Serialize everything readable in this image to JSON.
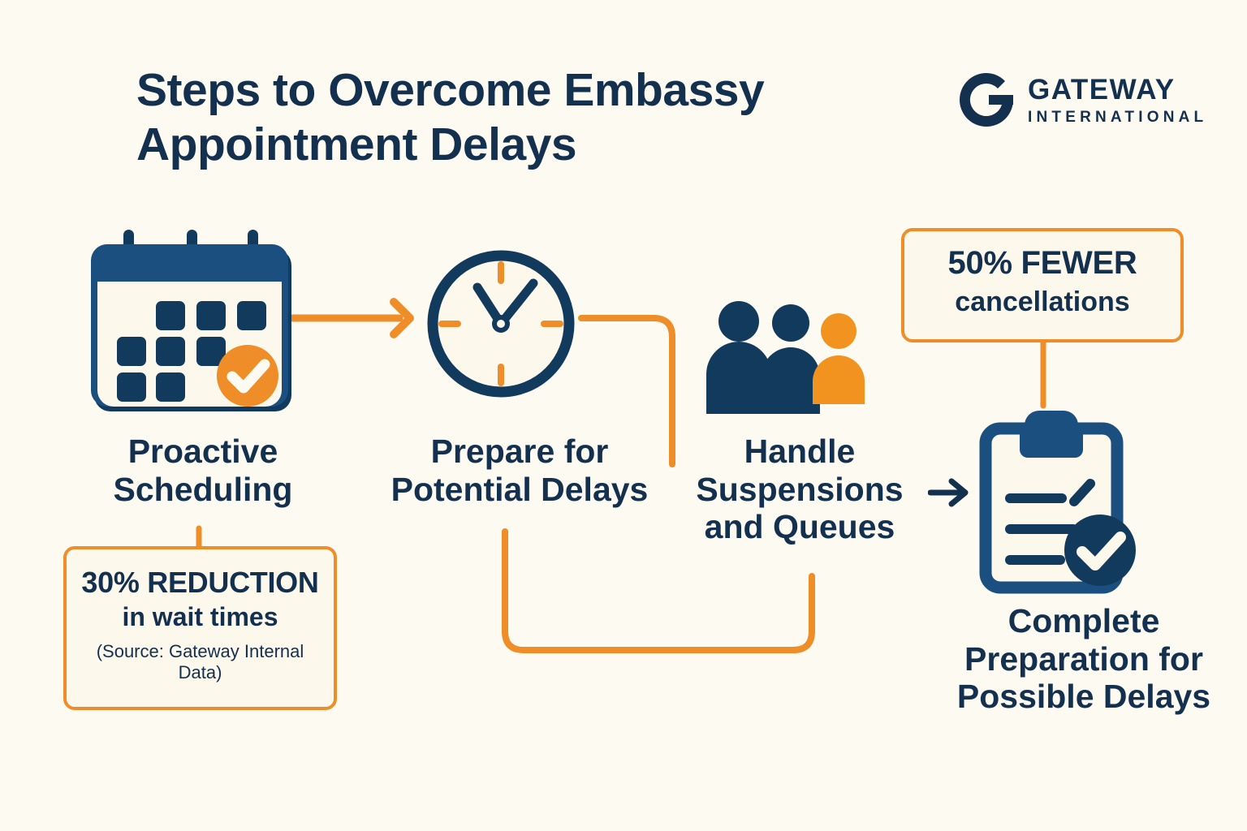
{
  "header": {
    "title": "Steps to Overcome Embassy Appointment Delays",
    "title_line1": "Steps to Overcome Embassy",
    "title_line2": "Appointment Delays",
    "logo": {
      "mark": "letter-g-mark",
      "name": "GATEWAY",
      "subtitle": "INTERNATIONAL"
    }
  },
  "colors": {
    "background": "#fdfaf2",
    "navy_text": "#14304f",
    "navy_icon": "#123a5c",
    "navy_mid": "#1a4f7f",
    "orange": "#ef8e28",
    "cream_fill": "#fdf8ec"
  },
  "steps": [
    {
      "id": "proactive-scheduling",
      "label": "Proactive Scheduling",
      "label_line1": "Proactive",
      "label_line2": "Scheduling",
      "icon": "calendar-check-icon"
    },
    {
      "id": "prepare-potential-delays",
      "label": "Prepare for Potential Delays",
      "label_line1": "Prepare for",
      "label_line2": "Potential Delays",
      "icon": "clock-icon"
    },
    {
      "id": "handle-suspensions-queues",
      "label": "Handle Suspensions and Queues",
      "label_line1": "Handle",
      "label_line2": "Suspensions",
      "label_line3": "and Queues",
      "icon": "people-group-icon"
    },
    {
      "id": "complete-preparation",
      "label": "Complete Preparation for Possible Delays",
      "label_line1": "Complete",
      "label_line2": "Preparation for",
      "label_line3": "Possible Delays",
      "icon": "clipboard-check-icon"
    }
  ],
  "callouts": [
    {
      "id": "wait-time-reduction",
      "stat": "30% REDUCTION",
      "detail": "in wait times",
      "source": "(Source: Gateway Internal Data)"
    },
    {
      "id": "fewer-cancellations",
      "stat": "50% FEWER",
      "detail": "cancellations"
    }
  ],
  "connectors": [
    {
      "id": "calendar-to-clock",
      "type": "arrow-right",
      "color": "#ef8e28"
    },
    {
      "id": "clock-to-down",
      "type": "elbow",
      "color": "#ef8e28"
    },
    {
      "id": "delays-to-queues",
      "type": "u-route",
      "color": "#ef8e28"
    },
    {
      "id": "queues-to-clipboard",
      "type": "arrow-right",
      "color": "#14304f"
    },
    {
      "id": "callout-left-stem",
      "type": "stem",
      "color": "#ef8e28"
    },
    {
      "id": "callout-right-stem",
      "type": "stem",
      "color": "#ef8e28"
    }
  ]
}
